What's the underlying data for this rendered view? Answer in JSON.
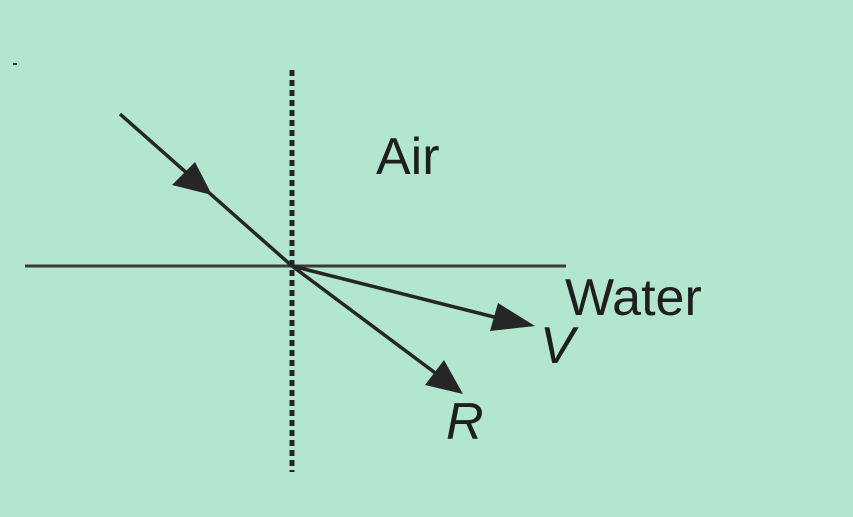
{
  "diagram": {
    "medium_top": "Air",
    "medium_bottom": "Water",
    "ray_v": "V",
    "ray_r": "R"
  },
  "colors": {
    "background": "#b3e6cf",
    "ink": "#262626"
  }
}
